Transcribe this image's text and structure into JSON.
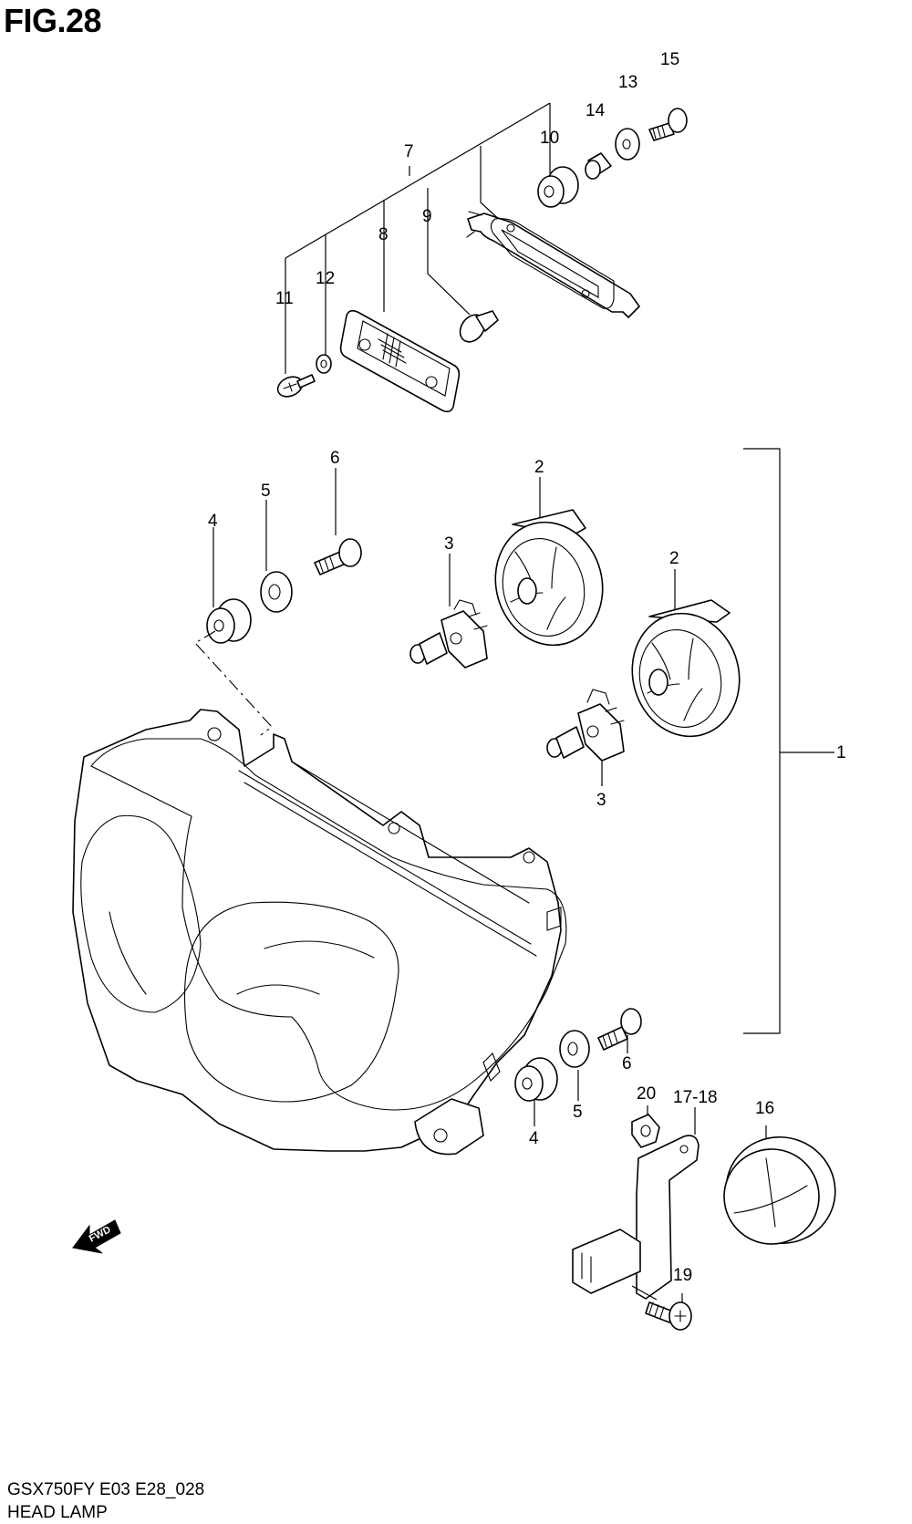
{
  "figure": {
    "title": "FIG.28",
    "model_code": "GSX750FY E03 E28_028",
    "name": "HEAD LAMP",
    "fwd_label": "FWD"
  },
  "callouts": [
    "1",
    "2",
    "2",
    "3",
    "3",
    "4",
    "4",
    "5",
    "5",
    "6",
    "6",
    "7",
    "8",
    "9",
    "10",
    "11",
    "12",
    "13",
    "14",
    "15",
    "16",
    "17-18",
    "19",
    "20"
  ]
}
